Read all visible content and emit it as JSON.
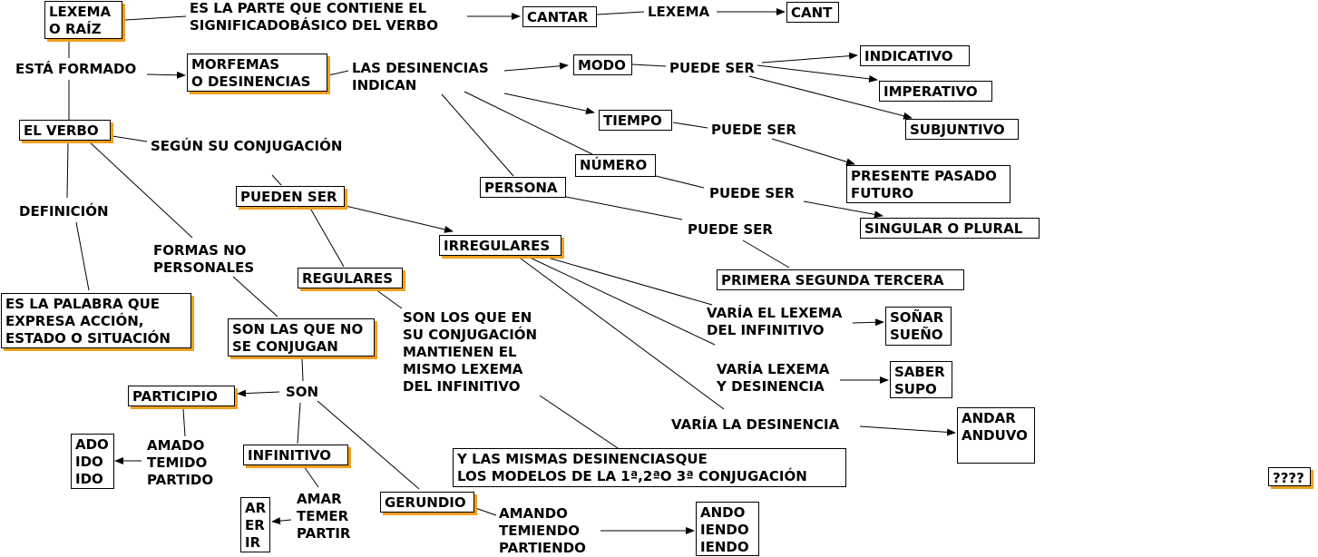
{
  "colors": {
    "shadow": "#f0a020",
    "line": "#000000",
    "background": "#ffffff"
  },
  "nodes": {
    "lexema_raiz": "LEXEMA\nO RAÍZ",
    "parte_significado": "ES LA PARTE QUE CONTIENE EL\nSIGNIFICADOBÁSICO DEL VERBO",
    "cantar": "CANTAR",
    "lexema": "LEXEMA",
    "cant": "CANT",
    "esta_formado": "ESTÁ FORMADO",
    "morfemas": "MORFEMAS\nO DESINENCIAS",
    "desinencias_indican": "LAS DESINENCIAS\nINDICAN",
    "modo": "MODO",
    "puede_ser_modo": "PUEDE SER",
    "indicativo": "INDICATIVO",
    "imperativo": "IMPERATIVO",
    "subjuntivo": "SUBJUNTIVO",
    "tiempo": "TIEMPO",
    "puede_ser_tiempo": "PUEDE SER",
    "presente": "PRESENTE PASADO\nFUTURO",
    "numero": "NÚMERO",
    "puede_ser_numero": "PUEDE SER",
    "singular": "SINGULAR O PLURAL",
    "persona": "PERSONA",
    "puede_ser_persona": "PUEDE SER",
    "primera": "PRIMERA SEGUNDA TERCERA",
    "el_verbo": "EL VERBO",
    "segun_conjugacion": "SEGÚN SU CONJUGACIÓN",
    "pueden_ser": "PUEDEN SER",
    "irregulares": "IRREGULARES",
    "regulares": "REGULARES",
    "son_los_que": "SON LOS QUE EN\nSU CONJUGACIÓN\nMANTIENEN EL\nMISMO LEXEMA\nDEL INFINITIVO",
    "mismas_desinencias": "Y LAS MISMAS DESINENCIASQUE\n LOS MODELOS DE LA 1ª,2ªO 3ª CONJUGACIÓN",
    "varia_lexema_inf": "VARÍA EL LEXEMA\nDEL INFINITIVO",
    "sonar": "SOÑAR\nSUEÑO",
    "varia_lexema_des": "VARÍA LEXEMA\nY DESINENCIA",
    "saber": "SABER\nSUPO",
    "varia_desinencia": "VARÍA LA DESINENCIA",
    "andar": "ANDAR\nANDUVO",
    "definicion": "DEFINICIÓN",
    "es_la_palabra": "ES LA PALABRA QUE\nEXPRESA ACCIÓN,\nESTADO O SITUACIÓN",
    "formas_no_personales": "FORMAS NO\nPERSONALES",
    "no_se_conjugan": "SON LAS QUE NO\nSE CONJUGAN",
    "son": "SON",
    "participio": "PARTICIPIO",
    "amado": "AMADO\nTEMIDO\nPARTIDO",
    "ado": "ADO\nIDO\nIDO",
    "infinitivo": "INFINITIVO",
    "amar": "AMAR\nTEMER\nPARTIR",
    "ar": "AR\nER\nIR",
    "gerundio": "GERUNDIO",
    "amando": "AMANDO\nTEMIENDO\nPARTIENDO",
    "ando": "ANDO\nIENDO\nIENDO",
    "unknown": "????"
  }
}
